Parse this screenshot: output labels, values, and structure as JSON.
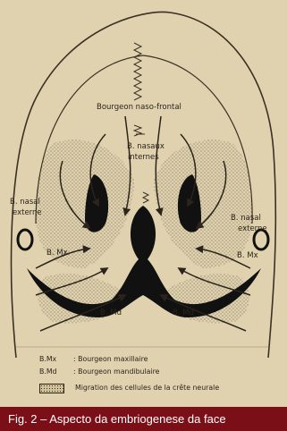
{
  "diagram": {
    "labels": {
      "naso_frontal": "Bourgeon naso-frontal",
      "nasaux_internes_1": "B. nasaux",
      "nasaux_internes_2": "internes",
      "nasal_externe_left_1": "B. nasal",
      "nasal_externe_left_2": "externe",
      "nasal_externe_right_1": "B. nasal",
      "nasal_externe_right_2": "externe",
      "mx_left": "B. Mx",
      "mx_right": "B. Mx",
      "md_left": "B. Md",
      "md_right": "B. Md"
    },
    "legend": {
      "mx_abbr": "B.Mx",
      "mx_text": ": Bourgeon maxillaire",
      "md_abbr": "B.Md",
      "md_text": ": Bourgeon mandibulaire",
      "migration_text": "Migration des cellules de la crête neurale"
    }
  },
  "caption": "Fig. 2 – Aspecto da embriogenese da face",
  "colors": {
    "background": "#e0d2ae",
    "ink": "#2a241c",
    "caption_bar": "#7a0f17",
    "caption_text": "#ffffff"
  }
}
